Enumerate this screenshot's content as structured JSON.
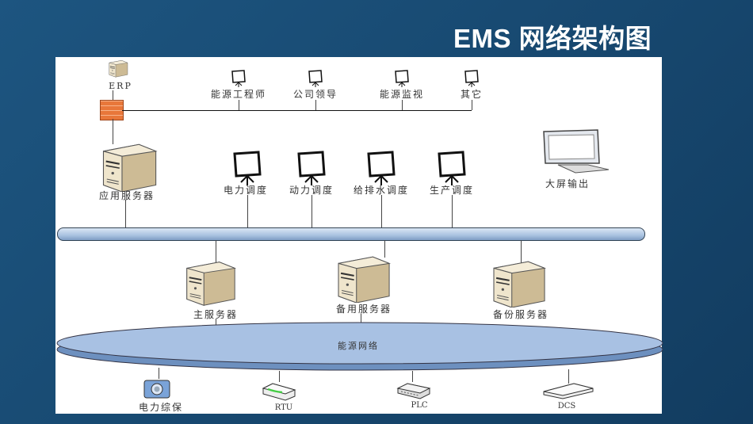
{
  "title": "EMS 网络架构图",
  "diagram": {
    "erp": "ERP",
    "office_terminals": [
      "能源工程师",
      "公司领导",
      "能源监视",
      "其它"
    ],
    "app_server": "应用服务器",
    "dispatch_terminals": [
      "电力调度",
      "动力调度",
      "给排水调度",
      "生产调度"
    ],
    "big_screen": "大屏输出",
    "servers": [
      "主服务器",
      "备用服务器",
      "备份服务器"
    ],
    "network": "能源网络",
    "devices": [
      "电力综保",
      "RTU",
      "PLC",
      "DCS"
    ],
    "colors": {
      "background": "#184a72",
      "bus": "#b8cde6",
      "network": "#9bb9dd",
      "firewall": "#e8773a",
      "server": "#e9dcc0"
    }
  }
}
